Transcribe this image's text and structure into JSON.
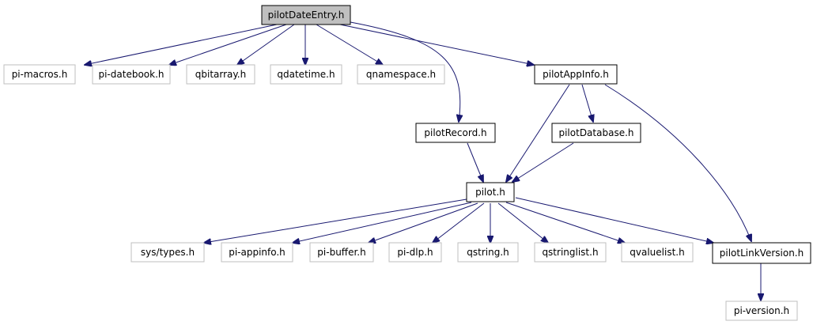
{
  "colors": {
    "edge": "#191970",
    "root_fill": "#bfbfbf",
    "local_border": "#000000",
    "external_border": "#bfbfbf"
  },
  "nodes": {
    "pilotDateEntry": "pilotDateEntry.h",
    "pi_macros": "pi-macros.h",
    "pi_datebook": "pi-datebook.h",
    "qbitarray": "qbitarray.h",
    "qdatetime": "qdatetime.h",
    "qnamespace": "qnamespace.h",
    "pilotAppInfo": "pilotAppInfo.h",
    "pilotRecord": "pilotRecord.h",
    "pilotDatabase": "pilotDatabase.h",
    "pilot": "pilot.h",
    "sys_types": "sys/types.h",
    "pi_appinfo": "pi-appinfo.h",
    "pi_buffer": "pi-buffer.h",
    "pi_dlp": "pi-dlp.h",
    "qstring": "qstring.h",
    "qstringlist": "qstringlist.h",
    "qvaluelist": "qvaluelist.h",
    "pilotLinkVersion": "pilotLinkVersion.h",
    "pi_version": "pi-version.h"
  }
}
